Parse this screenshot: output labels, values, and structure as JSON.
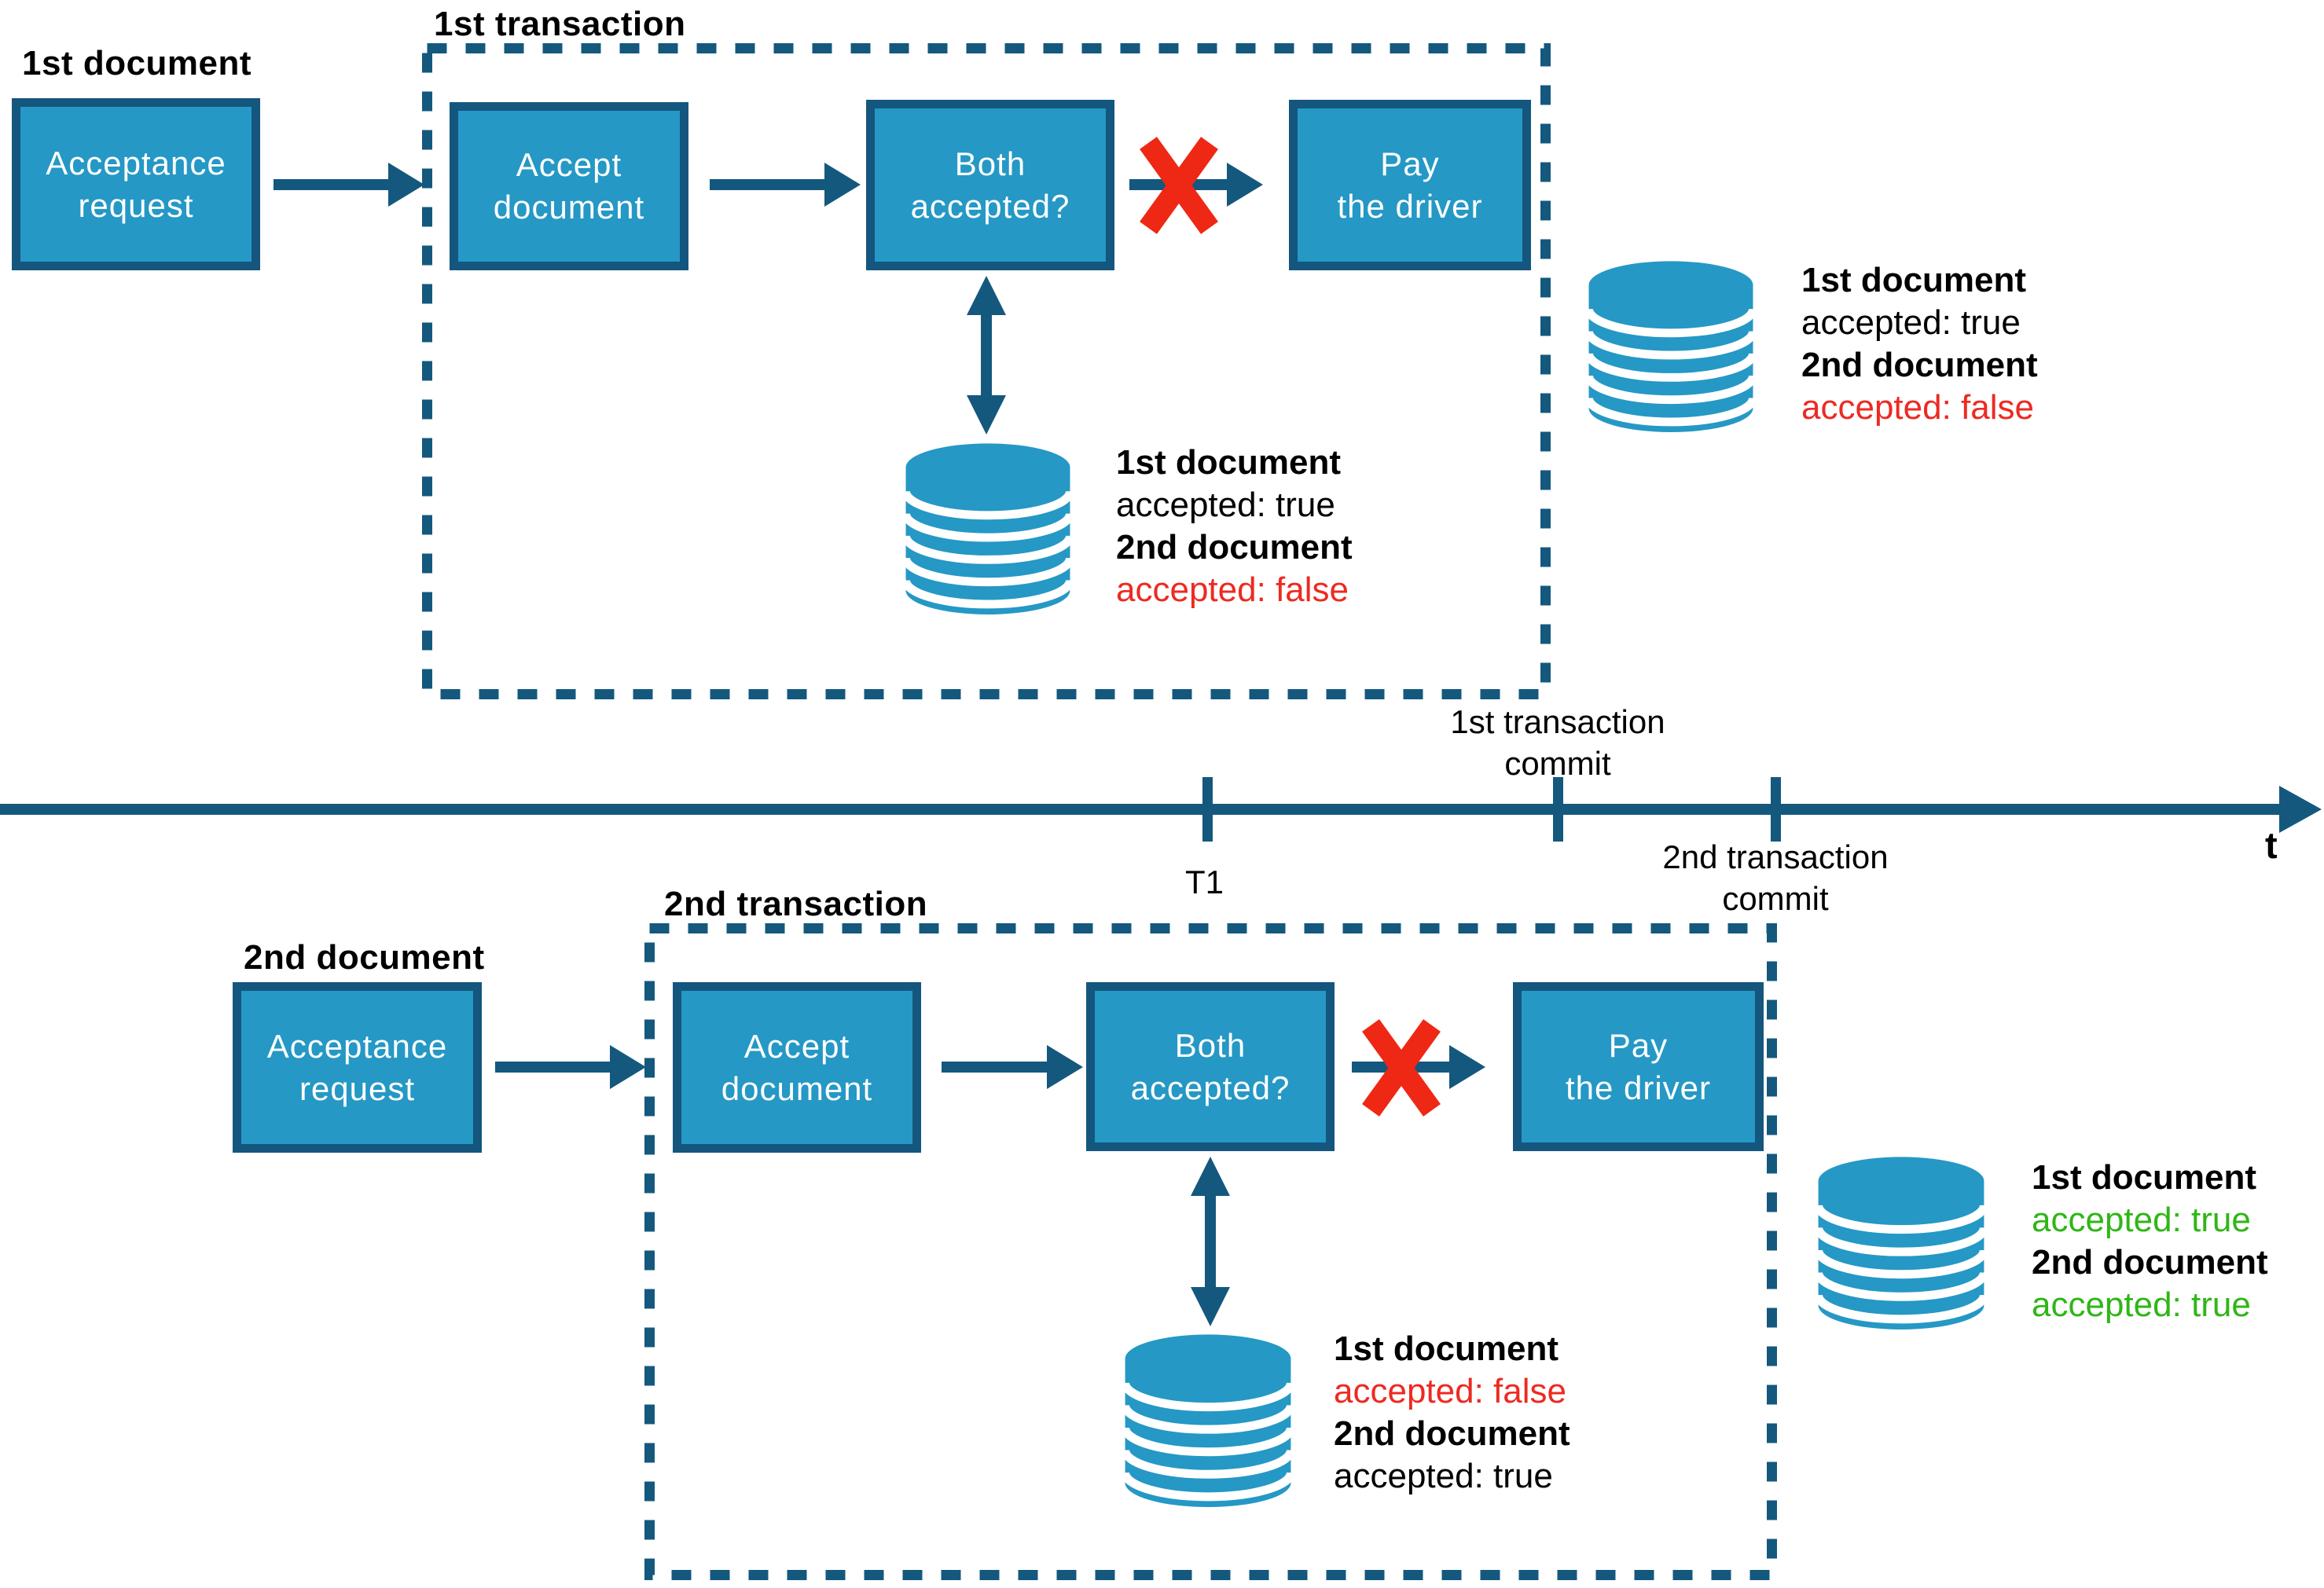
{
  "colors": {
    "box_fill": "#2598C5",
    "box_border": "#14567E",
    "stroke_dark_blue": "#14587E",
    "reject_x_red": "#EE2814",
    "red_text": "#ED2A22",
    "green_text": "#2FB617",
    "black_text": "#000000"
  },
  "top": {
    "document_label": "1st document",
    "transaction_label": "1st transaction",
    "acceptance_box": {
      "line1": "Acceptance",
      "line2": "request"
    },
    "accept_box": {
      "line1": "Accept",
      "line2": "document"
    },
    "both_box": {
      "line1": "Both",
      "line2": "accepted?"
    },
    "pay_box": {
      "line1": "Pay",
      "line2": "the driver"
    },
    "inner_db_state": {
      "l1": "1st document",
      "l2": "accepted: true",
      "l3": "2nd document",
      "l4": "accepted: false"
    },
    "result_db_state": {
      "l1": "1st document",
      "l2": "accepted: true",
      "l3": "2nd document",
      "l4": "accepted: false"
    }
  },
  "timeline": {
    "t1_label": "T1",
    "commit1_line1": "1st transaction",
    "commit1_line2": "commit",
    "commit2_line1": "2nd transaction",
    "commit2_line2": "commit",
    "axis_label": "t"
  },
  "bottom": {
    "document_label": "2nd document",
    "transaction_label": "2nd transaction",
    "acceptance_box": {
      "line1": "Acceptance",
      "line2": "request"
    },
    "accept_box": {
      "line1": "Accept",
      "line2": "document"
    },
    "both_box": {
      "line1": "Both",
      "line2": "accepted?"
    },
    "pay_box": {
      "line1": "Pay",
      "line2": "the driver"
    },
    "inner_db_state": {
      "l1": "1st document",
      "l2": "accepted: false",
      "l3": "2nd document",
      "l4": "accepted: true"
    },
    "result_db_state": {
      "l1": "1st document",
      "l2": "accepted: true",
      "l3": "2nd document",
      "l4": "accepted: true"
    }
  }
}
